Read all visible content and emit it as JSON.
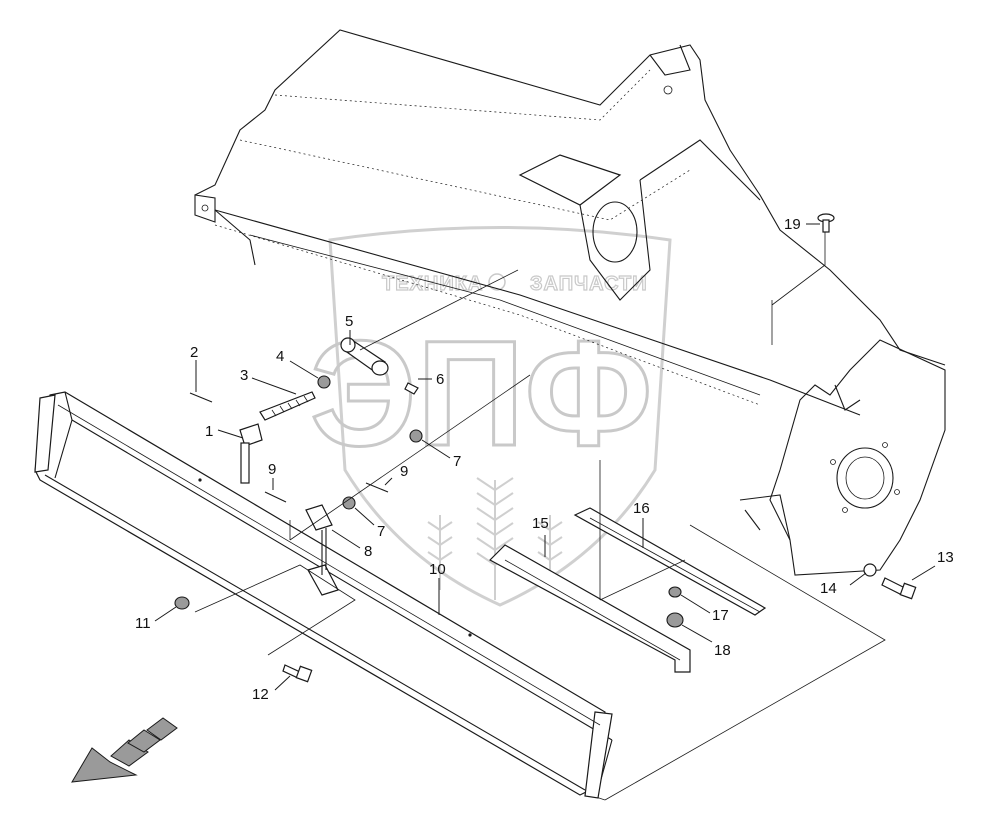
{
  "watermark": {
    "line1": "ТЕХНИКА",
    "line2": "ЗАПЧАСТИ",
    "logo": "ЭПФ"
  },
  "labels": {
    "l1": "1",
    "l2": "2",
    "l3": "3",
    "l4": "4",
    "l5": "5",
    "l6": "6",
    "l7a": "7",
    "l7b": "7",
    "l8": "8",
    "l9a": "9",
    "l9b": "9",
    "l10": "10",
    "l11": "11",
    "l12": "12",
    "l13": "13",
    "l14": "14",
    "l15": "15",
    "l16": "16",
    "l17": "17",
    "l18": "18",
    "l19": "19"
  },
  "icons": {
    "direction_arrow": "travel-direction-arrow-icon"
  }
}
